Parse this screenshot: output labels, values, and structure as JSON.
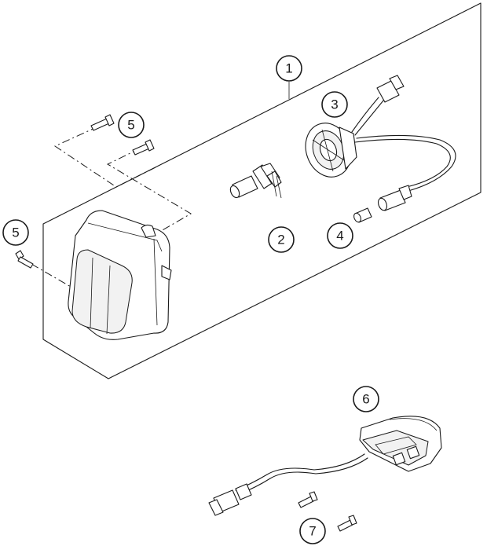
{
  "diagram": {
    "callouts": [
      {
        "id": "callout-1",
        "label": "1"
      },
      {
        "id": "callout-2",
        "label": "2"
      },
      {
        "id": "callout-3",
        "label": "3"
      },
      {
        "id": "callout-4",
        "label": "4"
      },
      {
        "id": "callout-5a",
        "label": "5"
      },
      {
        "id": "callout-5b",
        "label": "5"
      },
      {
        "id": "callout-6",
        "label": "6"
      },
      {
        "id": "callout-7",
        "label": "7"
      }
    ]
  }
}
